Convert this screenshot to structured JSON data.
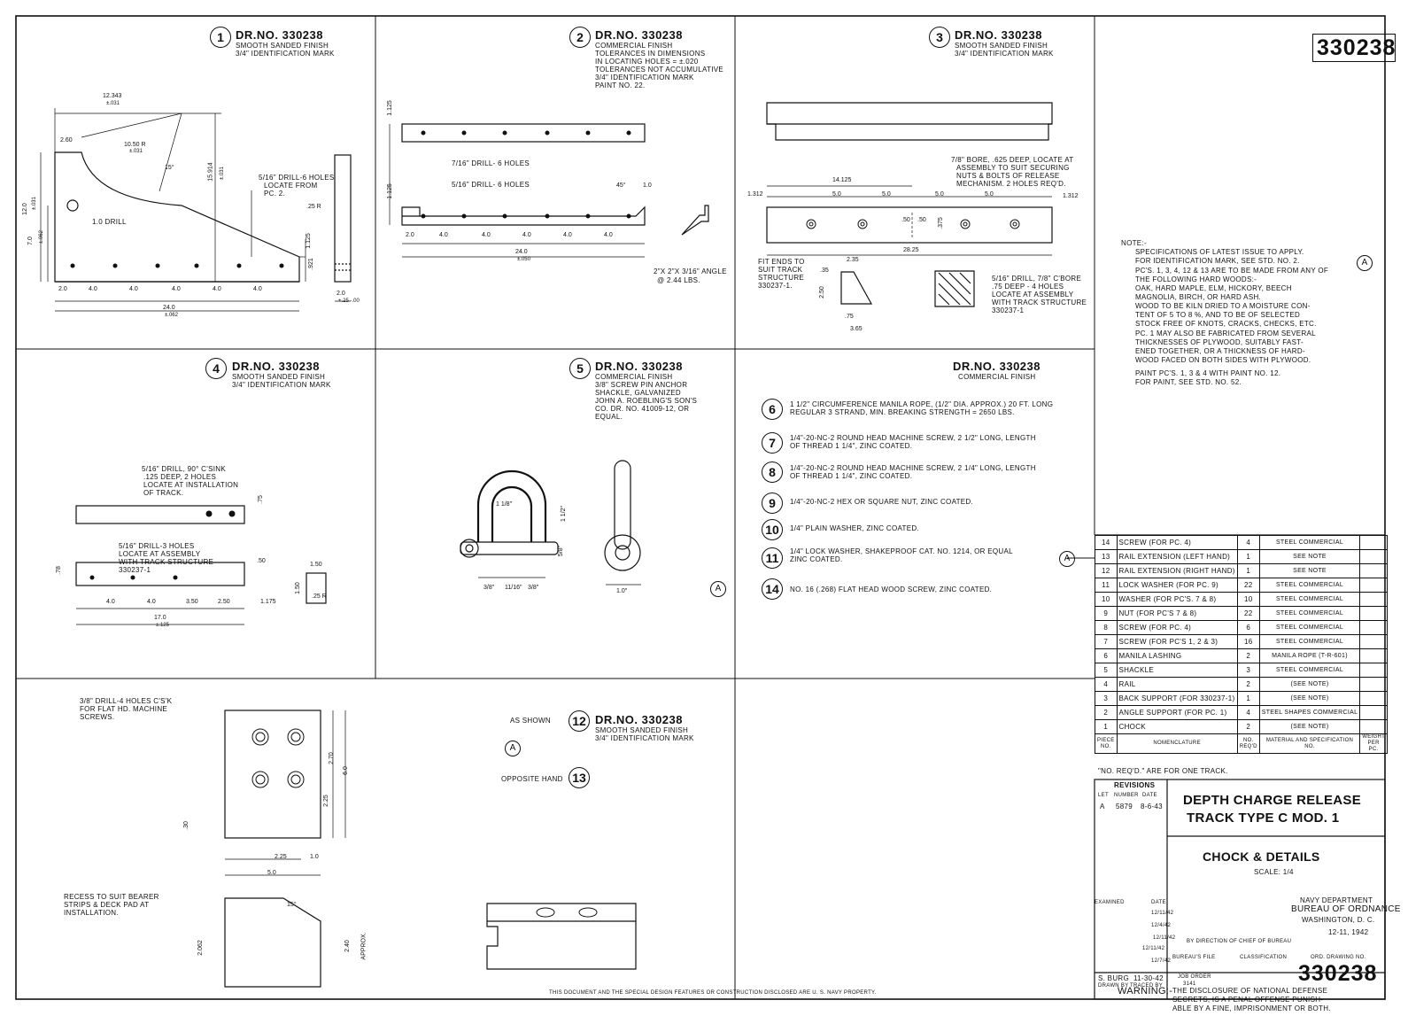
{
  "drawing_number": "330238",
  "panels": {
    "p1": {
      "num": "1",
      "dr": "DR.NO. 330238",
      "notes": [
        "SMOOTH SANDED FINISH",
        "3/4\" IDENTIFICATION MARK"
      ],
      "dims": [
        "12.343",
        "±.031",
        "10.50 R",
        "±.031",
        "2.60",
        "15°",
        "15.914",
        "±.031",
        "5/16\" DRILL-6 HOLES",
        "LOCATE FROM",
        "PC. 2.",
        ".25 R",
        "12.0",
        "±.031",
        "1.0 DRILL",
        "7.0",
        "±.062",
        "1.125",
        ".921",
        "2.0",
        "4.0",
        "4.0",
        "4.0",
        "4.0",
        "4.0",
        "24.0",
        "±.062",
        "2.0",
        "+.25 -.00"
      ]
    },
    "p2": {
      "num": "2",
      "dr": "DR.NO. 330238",
      "notes": [
        "COMMERCIAL FINISH",
        "TOLERANCES IN DIMENSIONS",
        "IN LOCATING HOLES = ±.020",
        "TOLERANCES NOT ACCUMULATIVE",
        "3/4\" IDENTIFICATION MARK",
        "PAINT NO. 22."
      ],
      "dims": [
        "1.125",
        "7/16\" DRILL- 6 HOLES",
        "5/16\" DRILL- 6 HOLES",
        "1.125",
        "45°",
        "1.0",
        "2.0",
        "4.0",
        "4.0",
        "4.0",
        "4.0",
        "4.0",
        "24.0",
        "±.050",
        "2\"x 2\"x 3/16\" ANGLE",
        "@ 2.44 LBS."
      ]
    },
    "p3": {
      "num": "3",
      "dr": "DR.NO. 330238",
      "notes": [
        "SMOOTH SANDED FINISH",
        "3/4\" IDENTIFICATION MARK"
      ],
      "dims": [
        "7/8\" BORE, .625 DEEP, LOCATE AT",
        "ASSEMBLY TO SUIT SECURING",
        "NUTS & BOLTS OF RELEASE",
        "MECHANISM. 2 HOLES REQ'D.",
        "14.125",
        "1.312",
        "5.0",
        "5.0",
        "5.0",
        "5.0",
        "1.312",
        ".50",
        ".50",
        ".375",
        "28.25",
        "FIT ENDS TO",
        "SUIT TRACK",
        "STRUCTURE",
        "330237-1.",
        "2.35",
        ".35",
        "2.50",
        ".75",
        "3.65",
        "5/16\" DRILL, 7/8\" C'BORE",
        ".75 DEEP - 4 HOLES",
        "LOCATE AT ASSEMBLY",
        "WITH TRACK STRUCTURE",
        "330237-1"
      ]
    },
    "p4": {
      "num": "4",
      "dr": "DR.NO. 330238",
      "notes": [
        "SMOOTH SANDED FINISH",
        "3/4\" IDENTIFICATION MARK"
      ],
      "dims": [
        "5/16\" DRILL, 90° C'SINK",
        ".125 DEEP, 2 HOLES",
        "LOCATE AT INSTALLATION",
        "OF TRACK.",
        ".75",
        "5/16\" DRILL-3 HOLES",
        "LOCATE AT ASSEMBLY",
        "WITH TRACK STRUCTURE",
        "330237-1",
        ".78",
        ".50",
        "4.0",
        "4.0",
        "3.50",
        "2.50",
        "1.175",
        "17.0",
        "±.125",
        "1.50",
        "1.50",
        ".25 R"
      ]
    },
    "p5": {
      "num": "5",
      "dr": "DR.NO. 330238",
      "notes": [
        "COMMERCIAL FINISH",
        "3/8\" SCREW PIN ANCHOR",
        "SHACKLE, GALVANIZED",
        "JOHN A. ROEBLING'S SON'S",
        "CO. DR. NO. 41009-12, OR",
        "EQUAL."
      ],
      "dims": [
        "1 1/8\"",
        "1 1/2\"",
        "5/8\"",
        "3/8\"",
        "11/16\"",
        "3/8\"",
        "1.0\""
      ]
    },
    "p6": {
      "dr": "DR.NO. 330238",
      "notes": [
        "COMMERCIAL FINISH"
      ],
      "items": [
        {
          "n": "6",
          "text": "1 1/2\" CIRCUMFERENCE MANILA ROPE, (1/2\" DIA. APPROX.) 20 FT. LONG",
          "text2": "REGULAR 3 STRAND, MIN. BREAKING STRENGTH = 2650 LBS."
        },
        {
          "n": "7",
          "text": "1/4\"-20-NC-2 ROUND HEAD MACHINE SCREW, 2 1/2\" LONG, LENGTH",
          "text2": "OF THREAD 1 1/4\", ZINC COATED."
        },
        {
          "n": "8",
          "text": "1/4\"-20-NC-2 ROUND HEAD MACHINE SCREW, 2 1/4\" LONG, LENGTH",
          "text2": "OF THREAD 1 1/4\", ZINC COATED."
        },
        {
          "n": "9",
          "text": "1/4\"-20-NC-2 HEX OR SQUARE NUT, ZINC COATED.",
          "text2": ""
        },
        {
          "n": "10",
          "text": "1/4\" PLAIN WASHER, ZINC COATED.",
          "text2": ""
        },
        {
          "n": "11",
          "text": "1/4\" LOCK WASHER, SHAKEPROOF CAT. NO. 1214, OR EQUAL",
          "text2": "ZINC COATED."
        },
        {
          "n": "14",
          "text": "NO. 16 (.268) FLAT HEAD WOOD SCREW, ZINC COATED.",
          "text2": ""
        }
      ]
    },
    "p7": {
      "dims": [
        "3/8\" DRILL-4 HOLES C'S'K",
        "FOR FLAT HD. MACHINE",
        "SCREWS.",
        "2.70",
        "6.0",
        "2.25",
        ".30",
        "2.25",
        "1.0",
        "5.0",
        "RECESS TO SUIT BEARER",
        "STRIPS & DECK PAD AT",
        "INSTALLATION.",
        "15°",
        "2.062",
        "2.40",
        "APPROX."
      ]
    },
    "p8": {
      "as_shown": "AS SHOWN",
      "opposite": "OPPOSITE HAND",
      "n12": "12",
      "n13": "13",
      "dr": "DR.NO. 330238",
      "notes": [
        "SMOOTH SANDED FINISH",
        "3/4\" IDENTIFICATION MARK"
      ]
    }
  },
  "notes_block": [
    "NOTE:-",
    "SPECIFICATIONS OF LATEST ISSUE TO APPLY.",
    "FOR IDENTIFICATION MARK, SEE STD. NO. 2.",
    "PC'S. 1, 3, 4, 12 & 13 ARE TO BE MADE FROM ANY OF",
    "THE FOLLOWING HARD WOODS:-",
    "OAK, HARD MAPLE, ELM, HICKORY, BEECH",
    "MAGNOLIA, BIRCH, OR HARD ASH.",
    "WOOD TO BE KILN DRIED TO A MOISTURE CON-",
    "TENT OF 5 TO 8 %, AND TO BE OF SELECTED",
    "STOCK FREE OF KNOTS, CRACKS, CHECKS, ETC.",
    "PC. 1 MAY ALSO BE FABRICATED FROM SEVERAL",
    "THICKNESSES OF PLYWOOD, SUITABLY FAST-",
    "ENED TOGETHER, OR A THICKNESS OF HARD-",
    "WOOD FACED ON BOTH SIDES WITH PLYWOOD.",
    "PAINT PC'S. 1, 3 & 4 WITH PAINT NO. 12.",
    "FOR PAINT, SEE STD. NO. 52."
  ],
  "callout_a": "A",
  "bom": {
    "rows": [
      [
        "14",
        "SCREW (FOR PC. 4)",
        "4",
        "STEEL COMMERCIAL"
      ],
      [
        "13",
        "RAIL EXTENSION (LEFT HAND)",
        "1",
        "SEE NOTE"
      ],
      [
        "12",
        "RAIL EXTENSION (RIGHT HAND)",
        "1",
        "SEE NOTE"
      ],
      [
        "11",
        "LOCK WASHER (FOR PC. 9)",
        "22",
        "STEEL COMMERCIAL"
      ],
      [
        "10",
        "WASHER (FOR PC'S. 7 & 8)",
        "10",
        "STEEL COMMERCIAL"
      ],
      [
        "9",
        "NUT (FOR PC'S 7 & 8)",
        "22",
        "STEEL COMMERCIAL"
      ],
      [
        "8",
        "SCREW (FOR PC. 4)",
        "6",
        "STEEL COMMERCIAL"
      ],
      [
        "7",
        "SCREW (FOR PC'S 1, 2 & 3)",
        "16",
        "STEEL COMMERCIAL"
      ],
      [
        "6",
        "MANILA LASHING",
        "2",
        "MANILA ROPE (T-R-601)"
      ],
      [
        "5",
        "SHACKLE",
        "3",
        "STEEL COMMERCIAL"
      ],
      [
        "4",
        "RAIL",
        "2",
        "(SEE NOTE)"
      ],
      [
        "3",
        "BACK SUPPORT (FOR 330237-1)",
        "1",
        "(SEE NOTE)"
      ],
      [
        "2",
        "ANGLE SUPPORT (FOR PC. 1)",
        "4",
        "STEEL SHAPES COMMERCIAL"
      ],
      [
        "1",
        "CHOCK",
        "2",
        "(SEE NOTE)"
      ]
    ],
    "header": [
      "PIECE NO.",
      "NOMENCLATURE",
      "NO. REQ'D",
      "MATERIAL AND SPECIFICATION NO.",
      "WEIGHT PER PC."
    ],
    "footnote": "\"NO. REQ'D.\" ARE FOR ONE TRACK."
  },
  "title_block": {
    "revisions": "REVISIONS",
    "rev_headers": [
      "LET",
      "NUMBER",
      "DATE"
    ],
    "rev_row": [
      "A",
      "5879",
      "8-6-43"
    ],
    "title1": "DEPTH CHARGE RELEASE",
    "title2": "TRACK TYPE C MOD. 1",
    "subtitle": "CHOCK & DETAILS",
    "scale": "SCALE: 1/4",
    "org1": "NAVY DEPARTMENT",
    "org2": "BUREAU OF ORDNANCE",
    "org3": "WASHINGTON, D. C.",
    "date": "12-11, 1942",
    "examined": "EXAMINED",
    "date_hdr": "DATE",
    "sig_dates": [
      "12/11/42",
      "12/4/42",
      "12/11/42",
      "12/11/42",
      "12/7/42"
    ],
    "for_bureau": "BY DIRECTION OF CHIEF OF BUREAU",
    "burfile": "BUREAU'S FILE",
    "classification": "CLASSIFICATION",
    "ord_dwg": "ORD. DRAWING NO.",
    "drawn": "S. BURG",
    "drawn_date": "11-30-42",
    "job_order": "JOB ORDER",
    "job_no": "3141",
    "drawn_by": "DRAWN BY",
    "traced_by": "TRACED BY",
    "dwg_no": "330238"
  },
  "warning_label": "WARNING:-",
  "warning": [
    "THE DISCLOSURE OF NATIONAL DEFENSE",
    "SECRETS, IS A PENAL OFFENSE PUNISH-",
    "ABLE BY A FINE, IMPRISONMENT OR BOTH."
  ],
  "property": "THIS DOCUMENT AND THE SPECIAL DESIGN FEATURES OR CONSTRUCTION DISCLOSED ARE U. S. NAVY PROPERTY."
}
